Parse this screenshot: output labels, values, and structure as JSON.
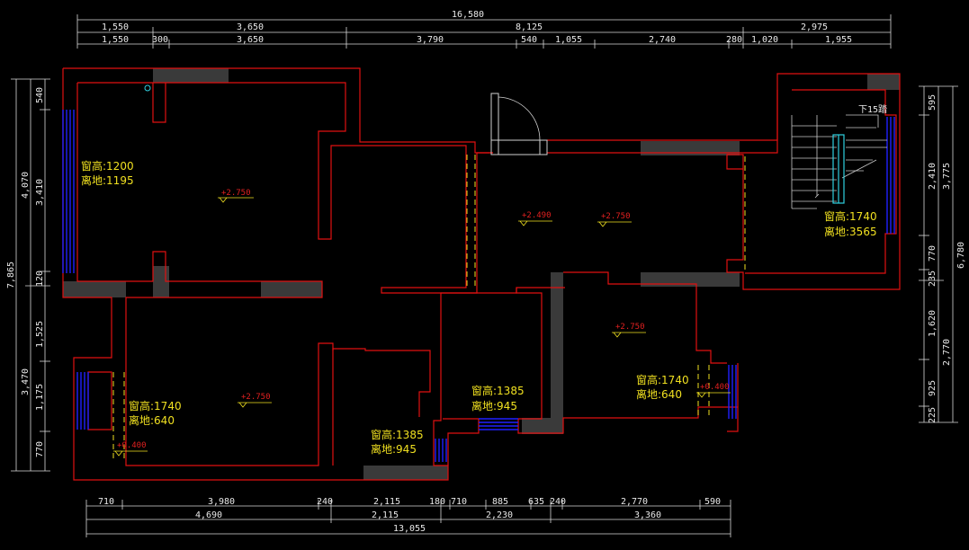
{
  "top_dims": {
    "row1": [
      "16,580"
    ],
    "row2": [
      "1,550",
      "3,650",
      "8,125",
      "2,975"
    ],
    "row3": [
      "1,550",
      "300",
      "3,650",
      "3,790",
      "540",
      "1,055",
      "2,740",
      "280",
      "1,020",
      "1,955"
    ]
  },
  "bottom_dims": {
    "row1": [
      "710",
      "3,980",
      "240",
      "2,115",
      "180",
      "710",
      "885",
      "635",
      "240",
      "2,770",
      "590"
    ],
    "row2": [
      "4,690",
      "2,115",
      "2,230",
      "3,360"
    ],
    "row3": [
      "13,055"
    ]
  },
  "left_dims": {
    "outer": [
      "7,865"
    ],
    "mid": [
      "4,070",
      "3,470"
    ],
    "inner": [
      "540",
      "3,410",
      "120",
      "1,525",
      "1,175",
      "770"
    ]
  },
  "right_dims": {
    "outer": [
      "6,780"
    ],
    "mid": [
      "3,775",
      "2,770"
    ],
    "inner": [
      "595",
      "2,410",
      "770",
      "235",
      "1,620",
      "925",
      "225"
    ]
  },
  "window_notes": [
    {
      "height": "窗高:1200",
      "sill": "离地:1195"
    },
    {
      "height": "窗高:1740",
      "sill": "离地:3565"
    },
    {
      "height": "窗高:1740",
      "sill": "离地:640"
    },
    {
      "height": "窗高:1385",
      "sill": "离地:945"
    },
    {
      "height": "窗高:1385",
      "sill": "离地:945"
    },
    {
      "height": "窗高:1740",
      "sill": "离地:640"
    }
  ],
  "level_marks": [
    "+2.750",
    "+2.490",
    "+2.750",
    "+2.750",
    "+2.750",
    "+0.400",
    "+0.400"
  ],
  "stair_label": "下15踏",
  "colors": {
    "wall": "#e01010",
    "dimension": "#e9e9e9",
    "note": "#f0e020",
    "window": "#2020ff",
    "background": "#000000"
  }
}
